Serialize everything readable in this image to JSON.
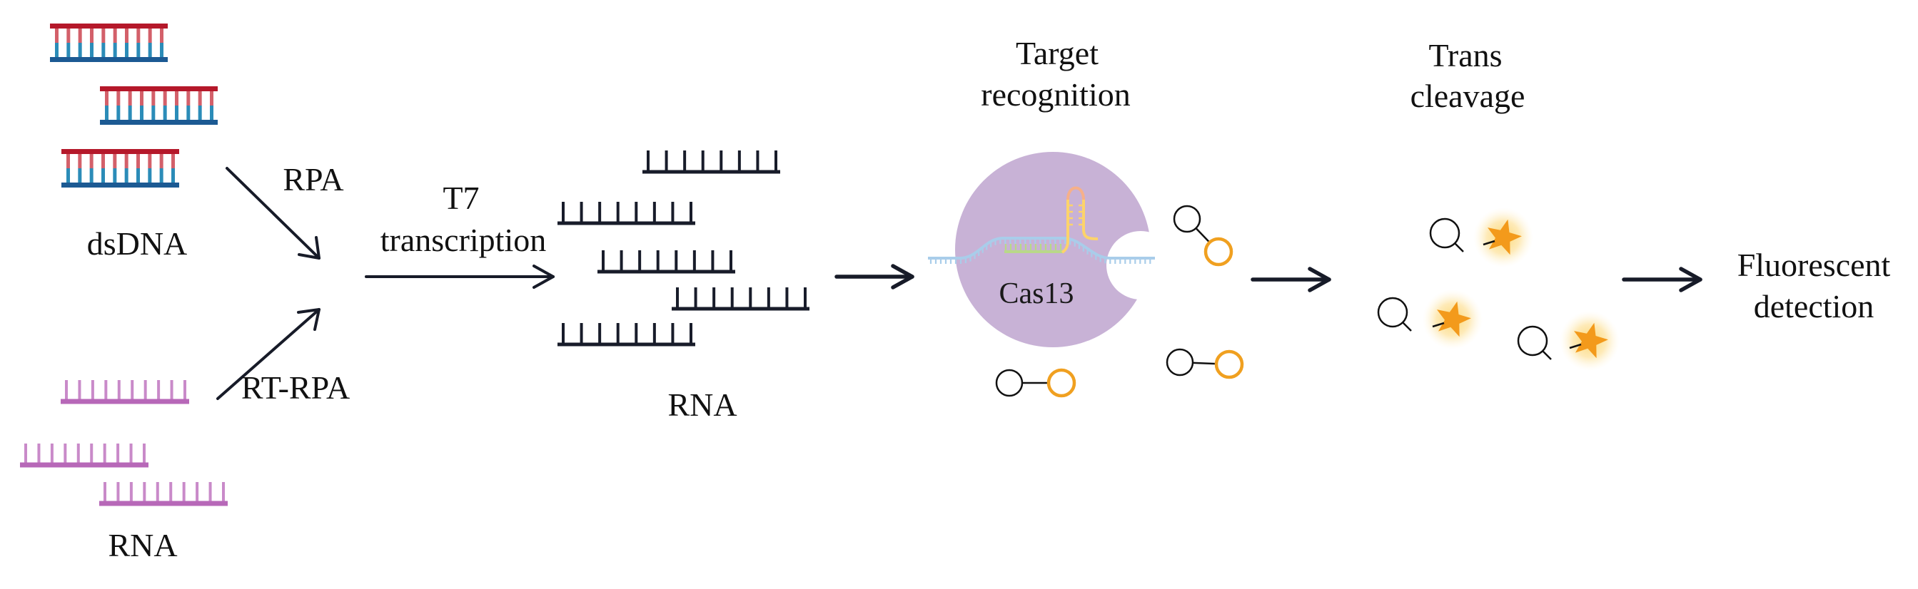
{
  "figure": {
    "title": "RPA / RT-RPA amplification, T7 transcription and Cas13 trans-cleavage fluorescent detection workflow"
  },
  "labels": {
    "dsdna": "dsDNA",
    "input_rna": "RNA",
    "rpa": "RPA",
    "rt_rpa": "RT-RPA",
    "t7_line1": "T7",
    "t7_line2": "transcription",
    "transcribed_rna": "RNA",
    "target_line1": "Target",
    "target_line2": "recognition",
    "cas13": "Cas13",
    "trans_line1": "Trans",
    "trans_line2": "cleavage",
    "fluor_line1": "Fluorescent",
    "fluor_line2": "detection"
  },
  "stages": [
    {
      "id": "input",
      "items": [
        "dsDNA",
        "RNA"
      ]
    },
    {
      "id": "amplification",
      "items": [
        "RPA",
        "RT-RPA"
      ]
    },
    {
      "id": "transcription",
      "items": [
        "T7 transcription"
      ]
    },
    {
      "id": "recognition",
      "items": [
        "Target recognition",
        "Cas13"
      ]
    },
    {
      "id": "cleavage",
      "items": [
        "Trans cleavage"
      ]
    },
    {
      "id": "readout",
      "items": [
        "Fluorescent detection"
      ]
    }
  ],
  "counts": {
    "dsdna_molecules": 3,
    "dsdna_base_pairs_each": 10,
    "input_rna_strands": 3,
    "input_rna_bases_each": 10,
    "transcribed_rna_strands": 5,
    "transcribed_rna_bases_each": 8,
    "intact_reporters": 3,
    "cleaved_reporters": 3
  },
  "colors": {
    "dsdna_top_strand": "#b5182a",
    "dsdna_top_rung": "#d3606a",
    "dsdna_bottom_rung": "#2b8cb8",
    "dsdna_bottom_strand": "#1c5a93",
    "input_rna": "#b768b8",
    "input_rna_teeth": "#c98ac9",
    "transcribed_rna": "#181c2a",
    "cas13_protein": "#c8b2d6",
    "target_rna": "#a9cdea",
    "crrna_spacer": "#b9d88a",
    "crrna_hairpin": "#fcd36b",
    "crrna_loop": "#f6b08a",
    "reporter_quencher": "#111111",
    "reporter_fluorophore": "#f0a020",
    "fluor_star": "#f39a1b",
    "fluor_glow": "#fde3a0",
    "arrow": "#171b28"
  }
}
